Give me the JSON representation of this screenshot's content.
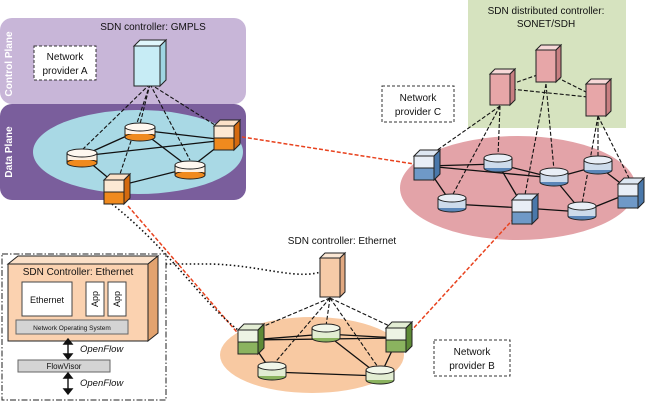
{
  "controllers": {
    "gmpls": "SDN controller: GMPLS",
    "distributed_line1": "SDN distributed controller:",
    "distributed_line2": "SONET/SDH",
    "ethernet": "SDN controller: Ethernet"
  },
  "planes": {
    "control": "Control Plane",
    "data": "Data Plane"
  },
  "providers": {
    "a_line1": "Network",
    "a_line2": "provider A",
    "b_line1": "Network",
    "b_line2": "provider B",
    "c_line1": "Network",
    "c_line2": "provider C"
  },
  "detail": {
    "title": "SDN Controller: Ethernet",
    "ethernet": "Ethernet",
    "app": "App",
    "nos": "Network Operating System",
    "openflow": "OpenFlow",
    "flowvisor": "FlowVisor"
  },
  "colors": {
    "control_plane": "#c8b6d8",
    "data_plane": "#7a5e9c",
    "ellipse_a": "#a9d9e5",
    "ellipse_b": "#f8c9a2",
    "ellipse_c": "#e3a3a8",
    "region_c": "#d6e3bf",
    "inter_domain_link": "#e8421e"
  }
}
